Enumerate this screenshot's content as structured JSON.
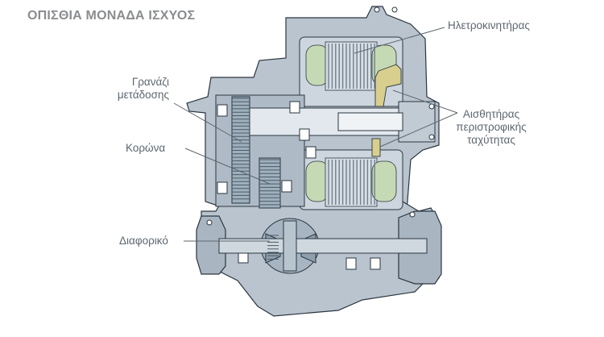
{
  "title": "ΟΠΙΣΘΙΑ ΜΟΝΑΔΑ ΙΣΧΥΟΣ",
  "labels": {
    "motor": "Ηλετροκινητήρας",
    "gear_line1": "Γρανάζι",
    "gear_line2": "μετάδοσης",
    "crown": "Κορώνα",
    "sensor_line1": "Αισθητήρας",
    "sensor_line2": "περιστροφικής",
    "sensor_line3": "ταχύτητας",
    "differential": "Διαφορικό"
  },
  "colors": {
    "housing": "#b9c4ce",
    "housing_dark": "#8fa0ae",
    "outline": "#2b3640",
    "gear": "#9fb0bd",
    "winding": "#c5d9b4",
    "sensor": "#d8cf8e",
    "label_text": "#5d6670",
    "title_text": "#8a8c8f"
  }
}
